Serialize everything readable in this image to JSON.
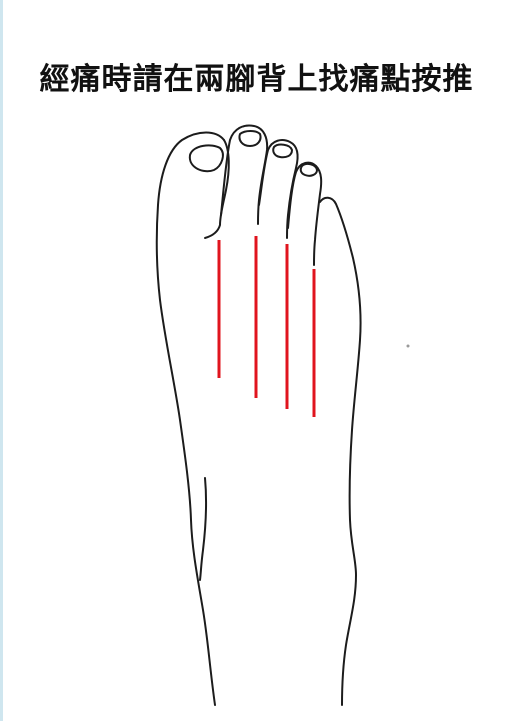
{
  "title": "經痛時請在兩腳背上找痛點按推",
  "colors": {
    "outline": "#1c1c1c",
    "marker": "#e0141e",
    "background": "#ffffff"
  },
  "markers": [
    {
      "name": "between-toe-1-2"
    },
    {
      "name": "between-toe-2-3"
    },
    {
      "name": "between-toe-3-4"
    },
    {
      "name": "between-toe-4-5"
    }
  ]
}
